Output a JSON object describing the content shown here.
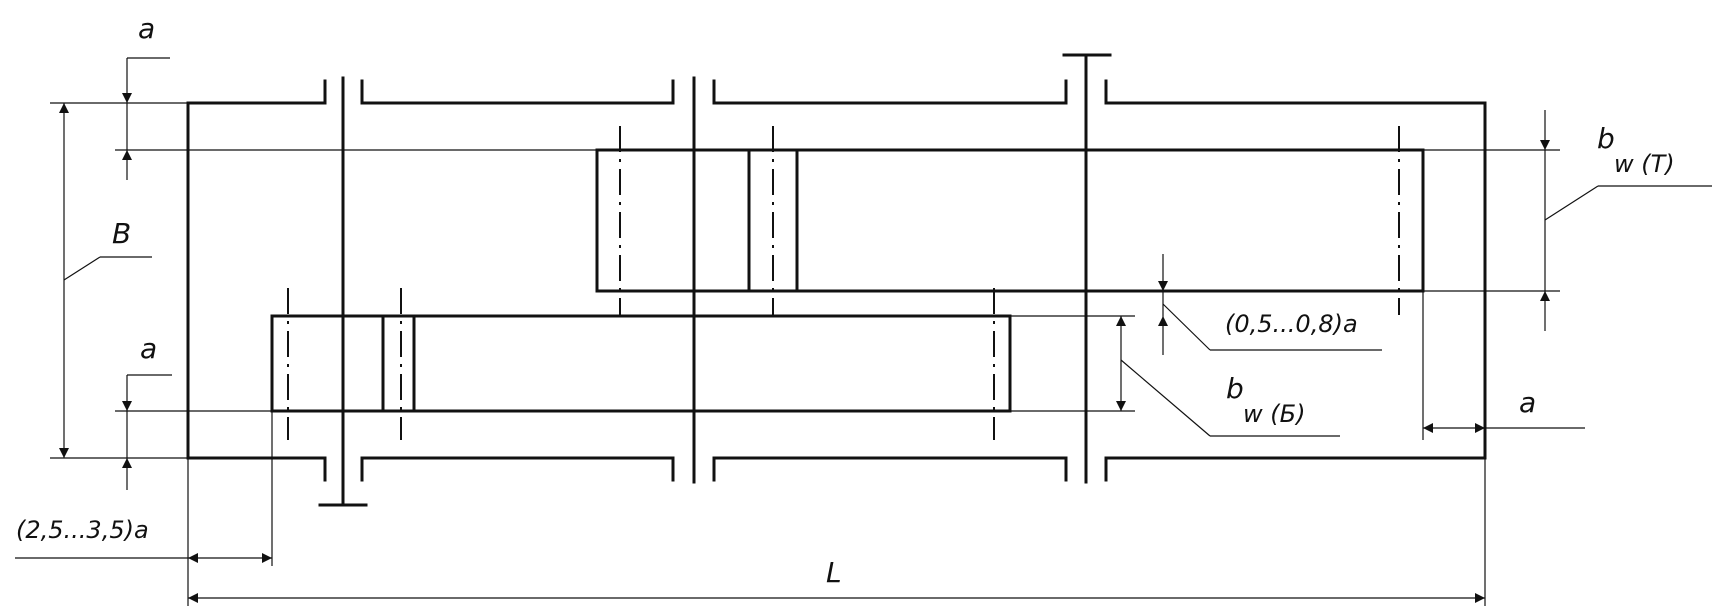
{
  "labels": {
    "a_top": "a",
    "B": "B",
    "a_left": "a",
    "gap_left": "(2,5...3,5)a",
    "L": "L",
    "gap_mid": "(0,5...0,8)a",
    "bw_fast_main": "b",
    "bw_fast_sub": "w (Б)",
    "bw_slow_main": "b",
    "bw_slow_sub": "w (T)",
    "a_right": "a"
  }
}
